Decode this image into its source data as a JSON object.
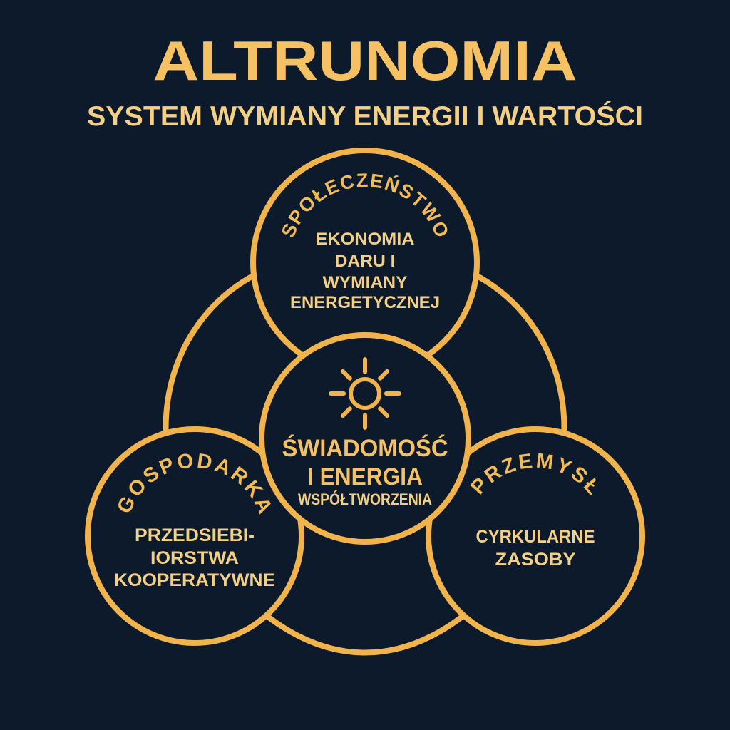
{
  "title": "ALTRUNOMIA",
  "subtitle": "SYSTEM WYMIANY ENERGII I WARTOŚCI",
  "colors": {
    "background": "#0c1a2b",
    "gold": "#f1b34c",
    "gold_label": "#f2bb55",
    "gold_title": "#f6c163",
    "gold_light": "#f3d086"
  },
  "center": {
    "icon": "sun-icon",
    "lines": [
      "ŚWIADOMOŚĆ",
      "I ENERGIA",
      "WSPÓŁTWORZENIA"
    ]
  },
  "nodes": {
    "society": {
      "label": "SPOŁECZEŃSTWO",
      "lines": [
        "EKONOMIA",
        "DARU I",
        "WYMIANY",
        "ENERGETYCZNEJ"
      ]
    },
    "economy": {
      "label": "GOSPODARKA",
      "lines": [
        "PRZEDSIEBI-",
        "IORSTWA",
        "KOOPERATYWNE"
      ]
    },
    "industry": {
      "label": "PRZEMYSŁ",
      "lines": [
        "CYRKULARNE",
        "ZASOBY"
      ]
    }
  }
}
